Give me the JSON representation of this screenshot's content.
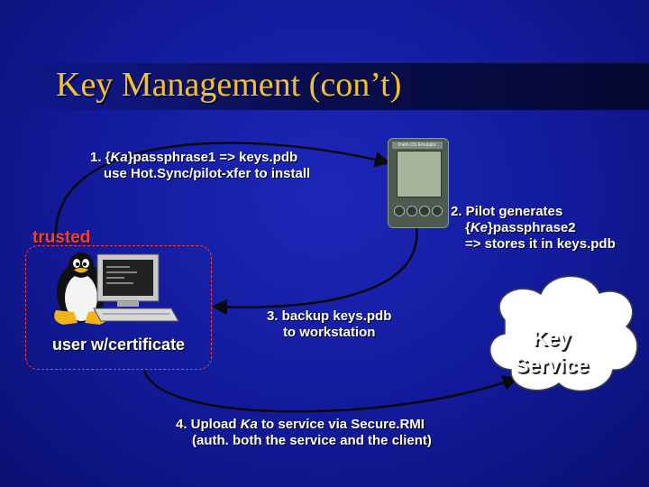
{
  "title": "Key Management (con’t)",
  "steps": {
    "s1": {
      "line1_pre": "1. {",
      "line1_em": "Ka",
      "line1_post": "}passphrase1  => keys.pdb",
      "line2": "use Hot.Sync/pilot-xfer to install"
    },
    "s2": {
      "line1": "2. Pilot generates",
      "line2_pre": "{",
      "line2_em": "Ke",
      "line2_post": "}passphrase2",
      "line3": "=> stores it in keys.pdb"
    },
    "s3": {
      "line1": "3. backup keys.pdb",
      "line2": "to workstation"
    },
    "s4": {
      "line1_pre": "4. Upload ",
      "line1_em": "Ka",
      "line1_post": " to service via Secure.RMI",
      "line2": "(auth. both the service and the client)"
    }
  },
  "trusted_label": "trusted",
  "user_label": "user w/certificate",
  "device_header": "Palm OS Emulator",
  "service": {
    "line1": "Key",
    "line2": "Service"
  },
  "colors": {
    "title": "#f2c12e",
    "trusted": "#ff3b2f",
    "text": "#ffffff",
    "arrow": "#0a0a0a"
  },
  "icons": [
    "penguin-icon",
    "computer-icon",
    "palm-pilot-icon",
    "cloud-icon"
  ]
}
